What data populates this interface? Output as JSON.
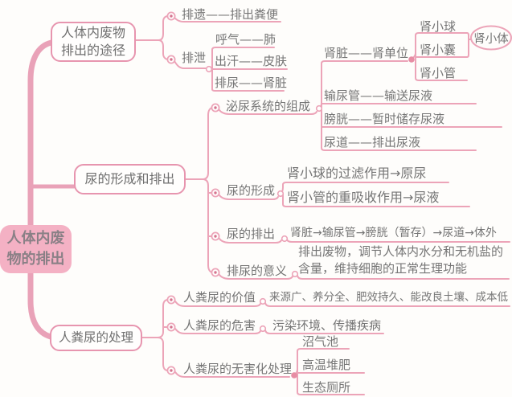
{
  "colors": {
    "line": "#eca4b8",
    "trunk": "#e9a2b8",
    "text": "#757575",
    "root_fill": "#f4b1c4",
    "box_border": "#e795af",
    "bullet_dot": "#d5758f"
  },
  "root": {
    "line1": "人体内废",
    "line2": "物的排出"
  },
  "pathways": {
    "title_line1": "人体内废物",
    "title_line2": "排出的途径",
    "paiyi": "排遗——排出粪便",
    "paixie": "排泄",
    "paixie_items": [
      "呼气——肺",
      "出汗——皮肤",
      "排尿——肾脏"
    ]
  },
  "urine": {
    "title": "尿的形成和排出",
    "system": {
      "label": "泌尿系统的组成",
      "kidney": "肾脏——肾单位",
      "kidney_parts": [
        "肾小球",
        "肾小囊",
        "肾小管"
      ],
      "corpuscle": "肾小体",
      "organs": [
        "输尿管——输送尿液",
        "膀胱——暂时储存尿液",
        "尿道——排出尿液"
      ]
    },
    "formation": {
      "label": "尿的形成",
      "items": [
        "肾小球的过滤作用→原尿",
        "肾小管的重吸收作用→尿液"
      ]
    },
    "excretion": {
      "label": "尿的排出",
      "path": "肾脏→输尿管→膀胱（暂存）→尿道→体外"
    },
    "significance": {
      "label": "排尿的意义",
      "line1": "排出废物，调节人体内水分和无机盐的",
      "line2": "含量，维持细胞的正常生理功能"
    }
  },
  "feces": {
    "title": "人粪尿的处理",
    "value": {
      "label": "人粪尿的价值",
      "text": "来源广、养分全、肥效持久、能改良土壤、成本低"
    },
    "harm": {
      "label": "人粪尿的危害",
      "text": "污染环境、传播疾病"
    },
    "treatment": {
      "label": "人粪尿的无害化处理",
      "items": [
        "沼气池",
        "高温堆肥",
        "生态厕所"
      ]
    }
  }
}
